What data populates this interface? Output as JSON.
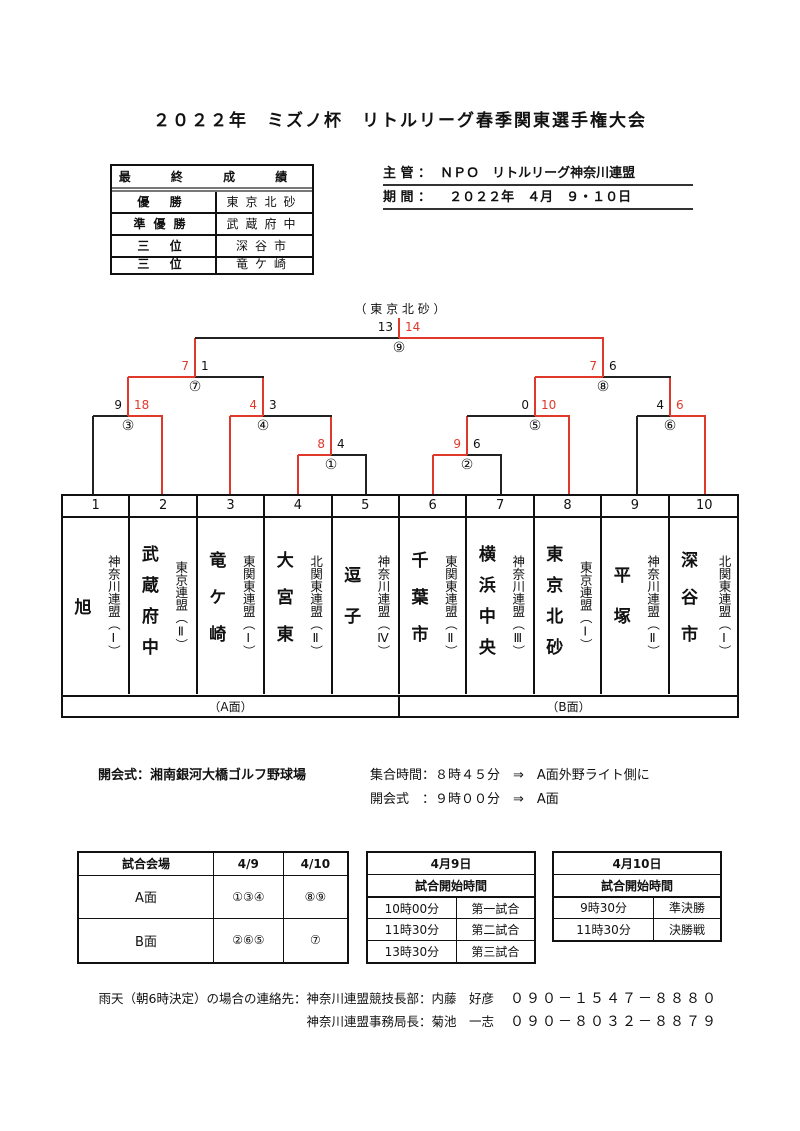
{
  "title": "２０２２年　ミズノ杯　リトルリーグ春季関東選手権大会",
  "results": {
    "header": "最 終 成 績",
    "rows": [
      {
        "label": "優 勝",
        "team": "東京北砂"
      },
      {
        "label": "準優勝",
        "team": "武蔵府中"
      },
      {
        "label": "三 位",
        "team": "深谷市"
      },
      {
        "label": "三 位",
        "team": "竜ケ崎"
      }
    ]
  },
  "info": {
    "organizer_label": "主 管 ：",
    "organizer": "ＮＰＯ　リトルリーグ神奈川連盟",
    "period_label": "期 間 ：",
    "period": "２０２２年　４月　９・１０日"
  },
  "champion_label": "（ 東 京 北 砂 ）",
  "matches": [
    {
      "no": "①",
      "left": "8",
      "right": "4",
      "winner": "left"
    },
    {
      "no": "②",
      "left": "9",
      "right": "6",
      "winner": "left"
    },
    {
      "no": "③",
      "left": "9",
      "right": "18",
      "winner": "right"
    },
    {
      "no": "④",
      "left": "4",
      "right": "3",
      "winner": "left"
    },
    {
      "no": "⑤",
      "left": "0",
      "right": "10",
      "winner": "right"
    },
    {
      "no": "⑥",
      "left": "4",
      "right": "6",
      "winner": "right"
    },
    {
      "no": "⑦",
      "left": "7",
      "right": "1",
      "winner": "left"
    },
    {
      "no": "⑧",
      "left": "7",
      "right": "6",
      "winner": "left"
    },
    {
      "no": "⑨",
      "left": "13",
      "right": "14",
      "winner": "right"
    }
  ],
  "teams": [
    {
      "num": "1",
      "name": "旭",
      "league": "神奈川連盟（Ⅰ）"
    },
    {
      "num": "2",
      "name": "武蔵府中",
      "league": "東京連盟（Ⅱ）"
    },
    {
      "num": "3",
      "name": "竜ケ崎",
      "league": "東関東連盟（Ⅰ）"
    },
    {
      "num": "4",
      "name": "大宮東",
      "league": "北関東連盟（Ⅱ）"
    },
    {
      "num": "5",
      "name": "逗子",
      "league": "神奈川連盟（Ⅳ）"
    },
    {
      "num": "6",
      "name": "千葉市",
      "league": "東関東連盟（Ⅱ）"
    },
    {
      "num": "7",
      "name": "横浜中央",
      "league": "神奈川連盟（Ⅲ）"
    },
    {
      "num": "8",
      "name": "東京北砂",
      "league": "東京連盟（Ⅰ）"
    },
    {
      "num": "9",
      "name": "平塚",
      "league": "神奈川連盟（Ⅱ）"
    },
    {
      "num": "10",
      "name": "深谷市",
      "league": "北関東連盟（Ⅰ）"
    }
  ],
  "sides": {
    "a": "（A面）",
    "b": "（B面）"
  },
  "opening": {
    "venue": "開会式：湘南銀河大橋ゴルフ野球場",
    "gather": "集合時間：８時４５分　⇒　A面外野ライト側に",
    "ceremony": "開会式　：９時００分　⇒　A面"
  },
  "venue_table": {
    "headers": [
      "試合会場",
      "4/9",
      "4/10"
    ],
    "rows": [
      [
        "A面",
        "①③④",
        "⑧⑨"
      ],
      [
        "B面",
        "②⑥⑤",
        "⑦"
      ]
    ]
  },
  "day1": {
    "date": "4月9日",
    "subtitle": "試合開始時間",
    "rows": [
      [
        "10時00分",
        "第一試合"
      ],
      [
        "11時30分",
        "第二試合"
      ],
      [
        "13時30分",
        "第三試合"
      ]
    ]
  },
  "day2": {
    "date": "4月10日",
    "subtitle": "試合開始時間",
    "rows": [
      [
        "9時30分",
        "準決勝"
      ],
      [
        "11時30分",
        "決勝戦"
      ]
    ]
  },
  "contacts": [
    {
      "label": "雨天（朝6時決定）の場合の連絡先：神奈川連盟競技長部：内藤　好彦",
      "phone": "０９０－１５４７－８８８０"
    },
    {
      "label": "神奈川連盟事務局長：菊池　一志",
      "phone": "０９０－８０３２－８８７９"
    }
  ],
  "colors": {
    "winner_line": "#e0392b",
    "line": "#222222"
  }
}
